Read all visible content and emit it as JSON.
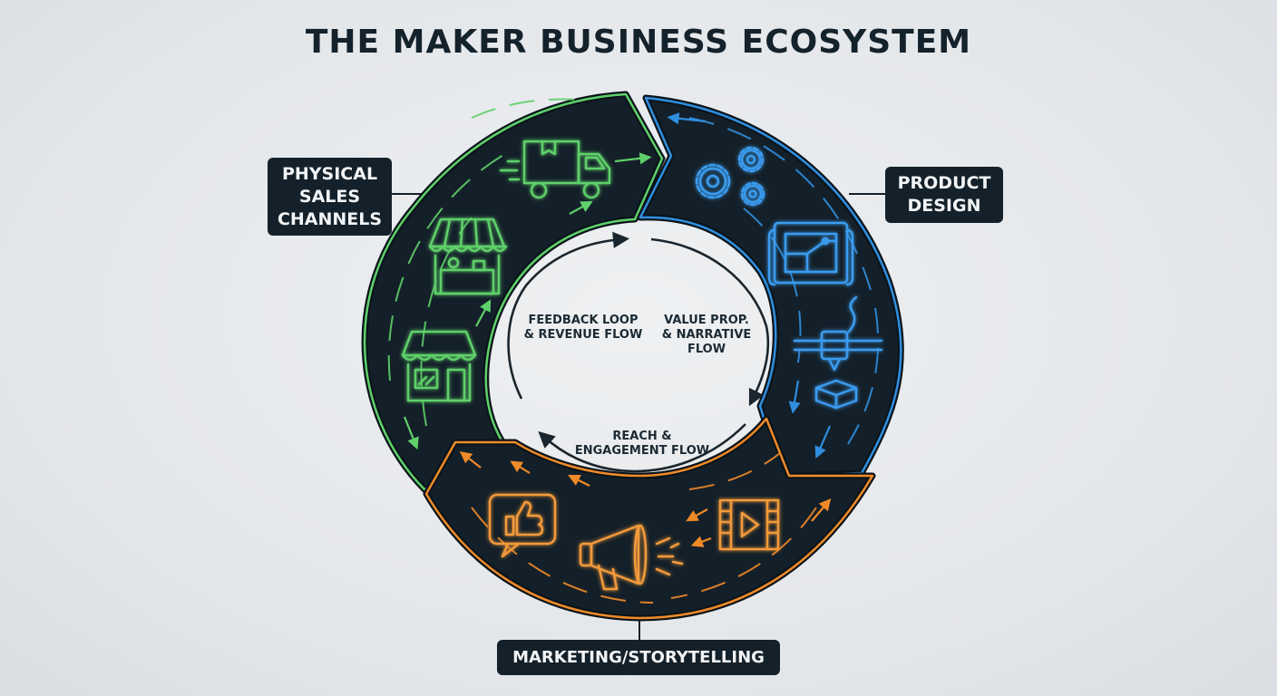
{
  "title": "THE MAKER BUSINESS ECOSYSTEM",
  "segments": {
    "physical": {
      "label": "PHYSICAL\nSALES\nCHANNELS",
      "color": "#5fd06a"
    },
    "product": {
      "label": "PRODUCT\nDESIGN",
      "color": "#2f8fe0"
    },
    "marketing": {
      "label": "MARKETING/STORYTELLING",
      "color": "#f08a28"
    }
  },
  "flows": {
    "feedback": "FEEDBACK LOOP\n& REVENUE FLOW",
    "value": "VALUE PROP.\n& NARRATIVE\nFLOW",
    "reach": "REACH &\nENGAGEMENT FLOW"
  },
  "icons": {
    "physical": [
      "delivery-truck-icon",
      "market-stall-icon",
      "storefront-icon"
    ],
    "product": [
      "gears-icon",
      "blueprint-icon",
      "3d-printer-icon"
    ],
    "marketing": [
      "like-icon",
      "megaphone-icon",
      "video-icon"
    ]
  },
  "colors": {
    "ring_fill": "#142029",
    "outline": "#0b141a",
    "background": "#e3e6e9"
  }
}
